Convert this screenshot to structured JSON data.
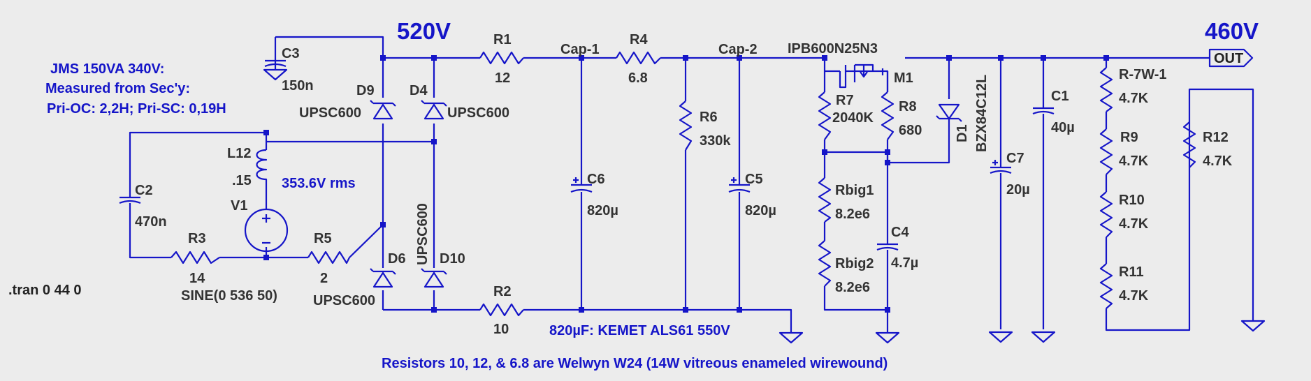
{
  "voltages": {
    "v_520": "520V",
    "v_460": "460V"
  },
  "notes": {
    "transformer_line1": "JMS 150VA 340V:",
    "transformer_line2": "Measured from Sec'y:",
    "transformer_line3": "Pri-OC: 2,2H; Pri-SC: 0,19H",
    "rms": "353.6V rms",
    "caps": "820µF: KEMET ALS61 550V",
    "resistors": "Resistors 10, 12, & 6.8 are Welwyn W24 (14W vitreous enameled wirewound)"
  },
  "directive": ".tran 0 44 0",
  "port_out": "OUT",
  "nets": {
    "cap1": "Cap-1",
    "cap2": "Cap-2"
  },
  "components": {
    "c3": {
      "name": "C3",
      "value": "150n"
    },
    "c2": {
      "name": "C2",
      "value": "470n"
    },
    "l12": {
      "name": "L12",
      "value": ".15"
    },
    "v1": {
      "name": "V1",
      "value": "SINE(0 536 50)"
    },
    "r3": {
      "name": "R3",
      "value": "14"
    },
    "r5": {
      "name": "R5",
      "value": "2"
    },
    "d9": {
      "name": "D9",
      "value": "UPSC600"
    },
    "d4": {
      "name": "D4",
      "value": "UPSC600"
    },
    "d6": {
      "name": "D6",
      "value": "UPSC600"
    },
    "d10": {
      "name": "D10",
      "value": "UPSC600"
    },
    "r1": {
      "name": "R1",
      "value": "12"
    },
    "r2": {
      "name": "R2",
      "value": "10"
    },
    "r4": {
      "name": "R4",
      "value": "6.8"
    },
    "c6": {
      "name": "C6",
      "value": "820µ"
    },
    "c5": {
      "name": "C5",
      "value": "820µ"
    },
    "r6": {
      "name": "R6",
      "value": "330k"
    },
    "m1": {
      "name": "M1",
      "value": "IPB600N25N3"
    },
    "r7": {
      "name": "R7",
      "value": "2040K"
    },
    "r8": {
      "name": "R8",
      "value": "680"
    },
    "rbig1": {
      "name": "Rbig1",
      "value": "8.2e6"
    },
    "rbig2": {
      "name": "Rbig2",
      "value": "8.2e6"
    },
    "c4": {
      "name": "C4",
      "value": "4.7µ"
    },
    "d1": {
      "name": "D1",
      "value": "BZX84C12L"
    },
    "c7": {
      "name": "C7",
      "value": "20µ"
    },
    "c1": {
      "name": "C1",
      "value": "40µ"
    },
    "r7w1": {
      "name": "R-7W-1",
      "value": "4.7K"
    },
    "r9": {
      "name": "R9",
      "value": "4.7K"
    },
    "r10": {
      "name": "R10",
      "value": "4.7K"
    },
    "r11": {
      "name": "R11",
      "value": "4.7K"
    },
    "r12": {
      "name": "R12",
      "value": "4.7K"
    }
  }
}
